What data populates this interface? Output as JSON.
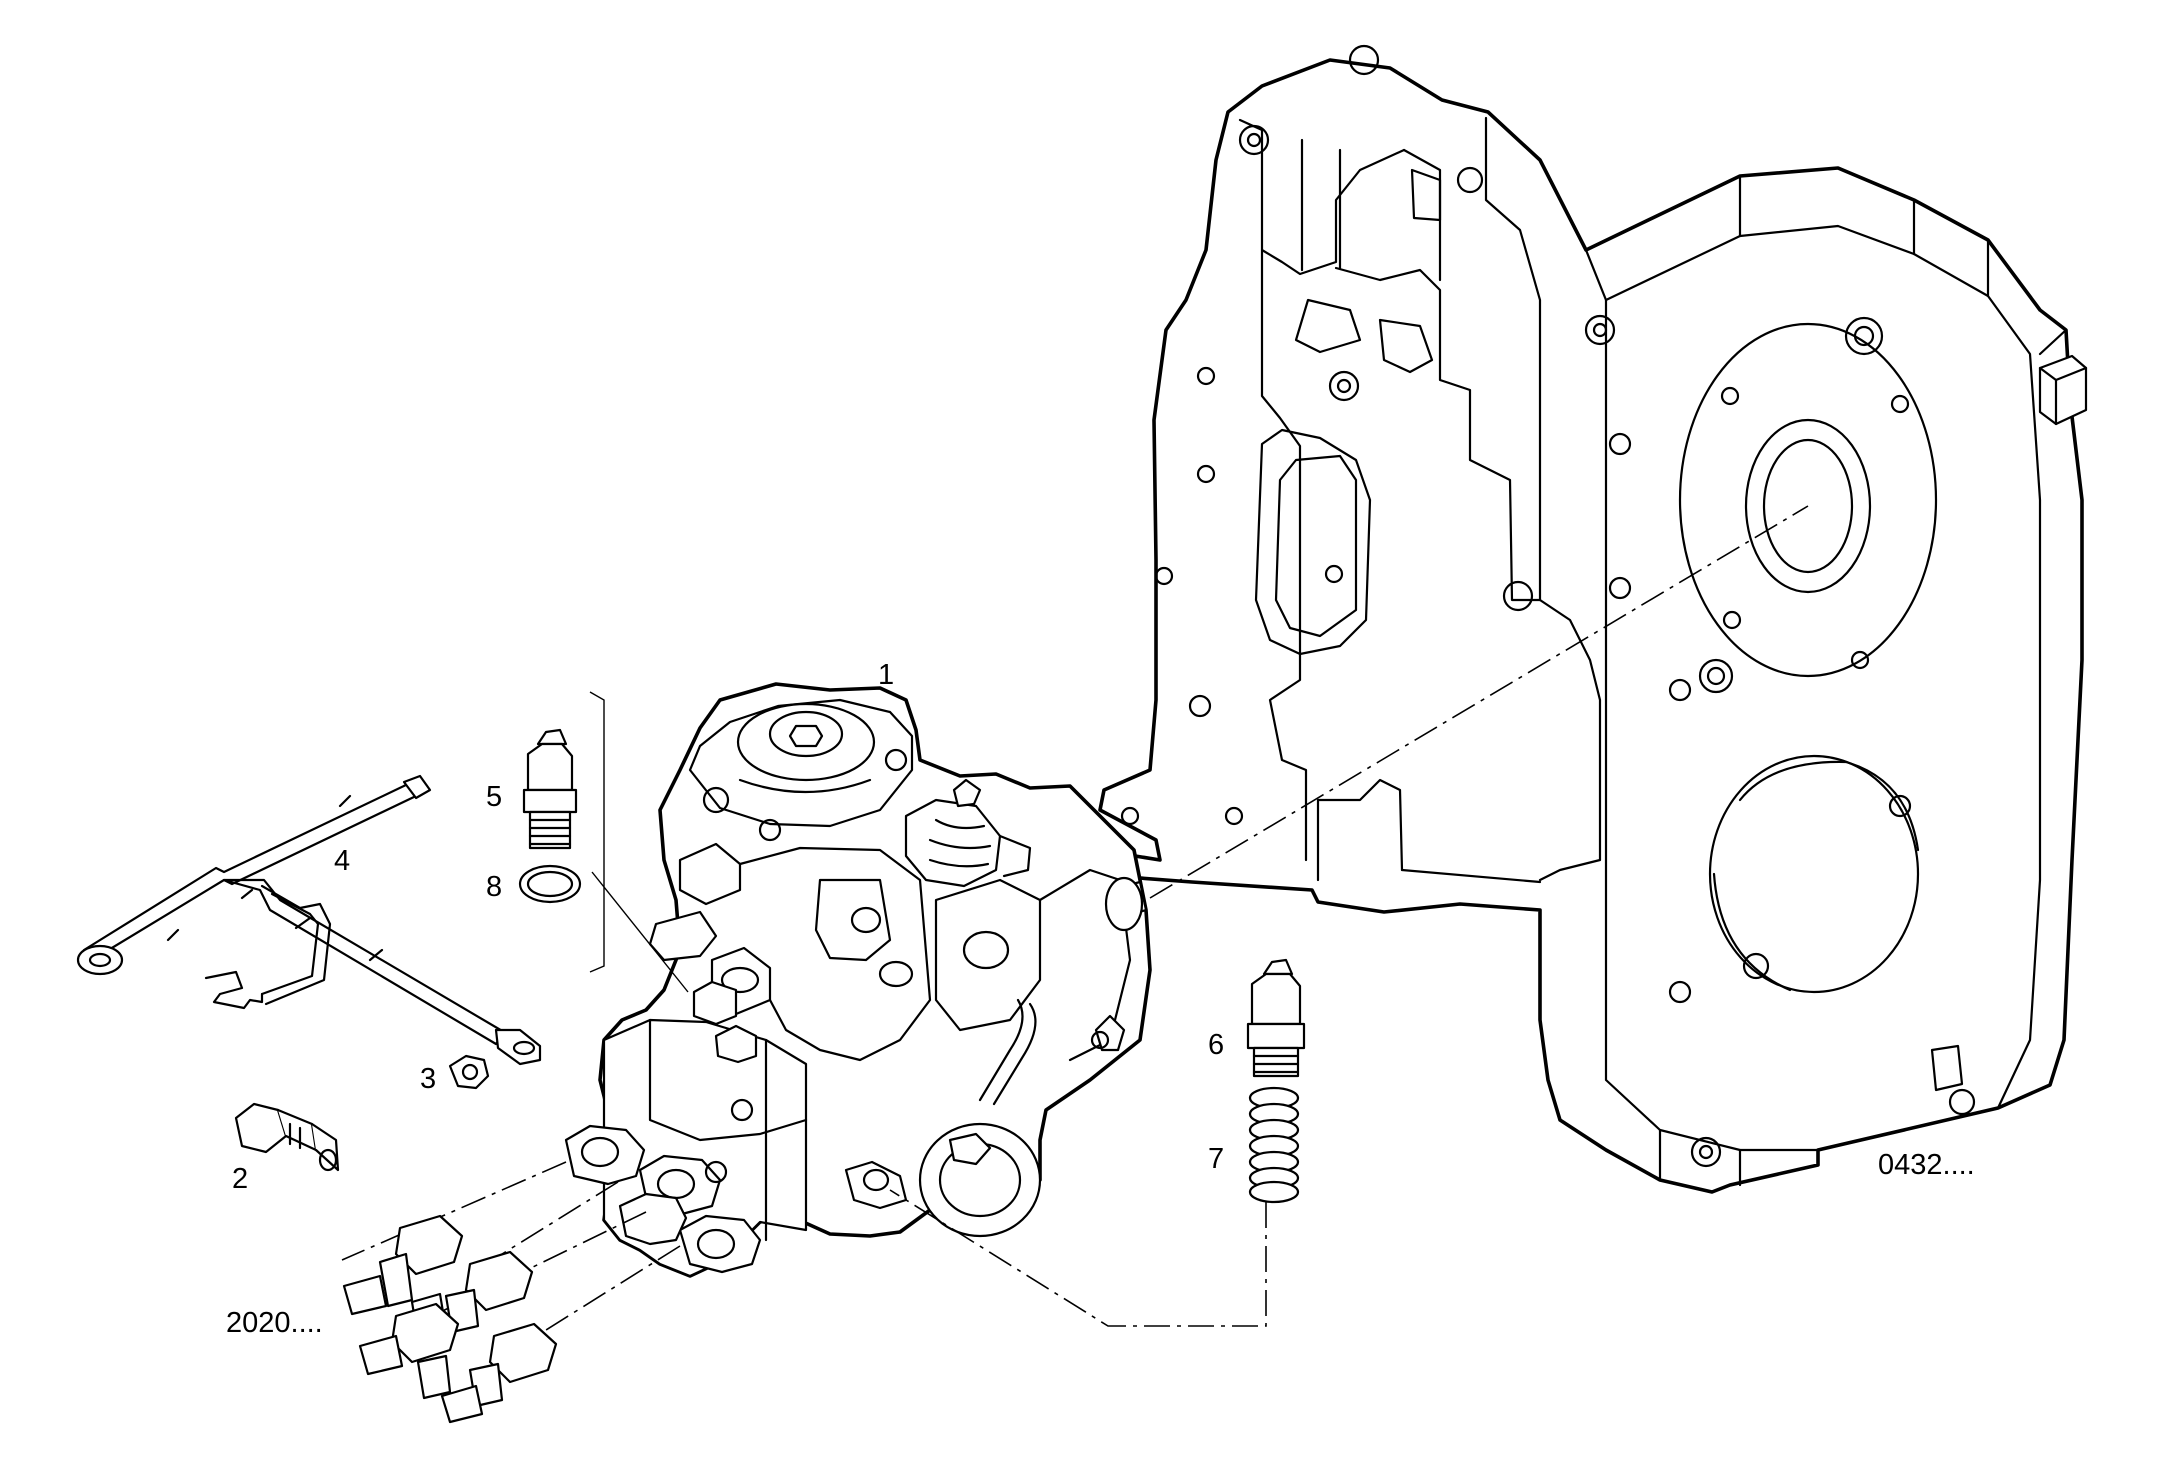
{
  "diagram": {
    "callouts": [
      {
        "id": "1",
        "label": "1"
      },
      {
        "id": "2",
        "label": "2"
      },
      {
        "id": "3",
        "label": "3"
      },
      {
        "id": "4",
        "label": "4"
      },
      {
        "id": "5",
        "label": "5"
      },
      {
        "id": "6",
        "label": "6"
      },
      {
        "id": "7",
        "label": "7"
      },
      {
        "id": "8",
        "label": "8"
      }
    ],
    "references": [
      {
        "id": "ref-0432",
        "label": "0432...."
      },
      {
        "id": "ref-2020",
        "label": "2020...."
      }
    ],
    "parts": {
      "p1": "injection-pump",
      "p2": "temperature-sensor",
      "p3": "hex-nut",
      "p4": "wiring-harness",
      "p5": "valve-fitting",
      "p6": "valve-fitting",
      "p7": "spring",
      "p8": "sealing-ring",
      "housing": "gear-housing"
    }
  }
}
